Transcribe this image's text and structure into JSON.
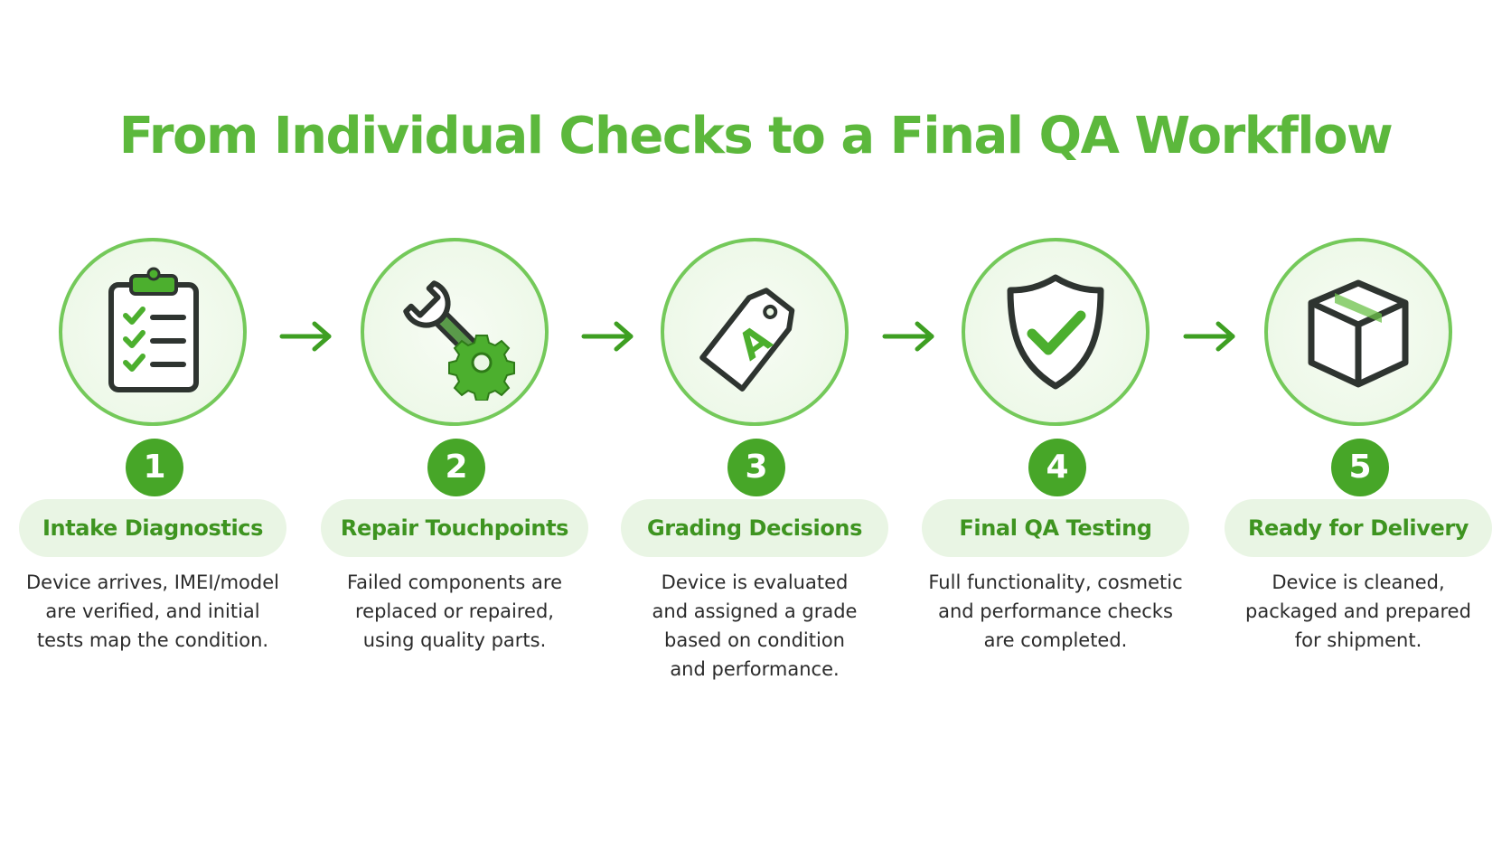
{
  "title": "From Individual Checks to a Final QA Workflow",
  "colors": {
    "accent": "#47a628",
    "title": "#5cb83c",
    "pill_bg": "#e9f5e4",
    "circle_border": "#74c95a",
    "icon_dark": "#2e3430"
  },
  "steps": [
    {
      "number": "1",
      "label": "Intake Diagnostics",
      "icon": "clipboard-checklist-icon",
      "description": [
        "Device arrives, IMEI/model",
        "are verified, and initial",
        "tests map the condition."
      ]
    },
    {
      "number": "2",
      "label": "Repair Touchpoints",
      "icon": "wrench-gear-icon",
      "description": [
        "Failed components are",
        "replaced or repaired,",
        "using quality parts."
      ]
    },
    {
      "number": "3",
      "label": "Grading Decisions",
      "icon": "grade-tag-icon",
      "icon_text": "A",
      "description": [
        "Device is evaluated",
        "and assigned a grade",
        "based on condition",
        "and performance."
      ]
    },
    {
      "number": "4",
      "label": "Final QA Testing",
      "icon": "shield-check-icon",
      "description": [
        "Full functionality, cosmetic",
        "and performance checks",
        "are completed."
      ]
    },
    {
      "number": "5",
      "label": "Ready for Delivery",
      "icon": "package-box-icon",
      "description": [
        "Device is cleaned,",
        "packaged and prepared",
        "for shipment."
      ]
    }
  ]
}
